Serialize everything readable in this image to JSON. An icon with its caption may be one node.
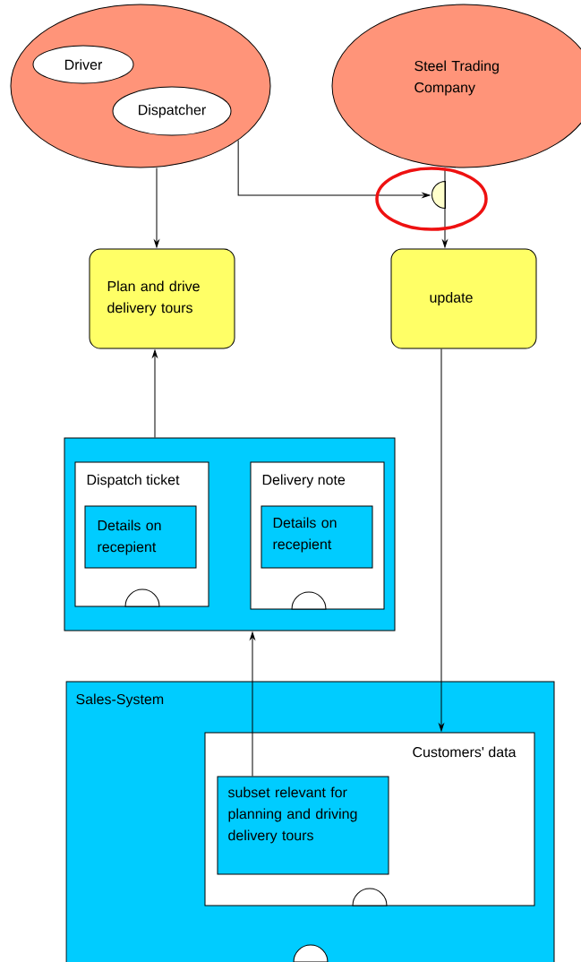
{
  "diagram": {
    "nodes": [
      {
        "text": [],
        "shape": "ellipse"
      },
      {
        "text": [
          "Driver"
        ],
        "in": 0
      },
      {
        "text": [
          "Dispatcher"
        ],
        "in": 0
      },
      {
        "text": [
          "Steel Trading Company"
        ]
      },
      {
        "text": [],
        "shape": "semicircle"
      },
      {
        "text": [
          "Plan and drive delivery tours"
        ]
      },
      {
        "text": [
          "update"
        ]
      },
      {
        "text": [],
        "shape": "box"
      },
      {
        "text": [
          "Dispatch ticket"
        ],
        "in": 7
      },
      {
        "text": [
          "Details on recepient"
        ],
        "in": 8
      },
      {
        "text": [
          "Delivery note"
        ],
        "in": 7
      },
      {
        "text": [
          "Details on recepient"
        ],
        "in": 10
      },
      {
        "text": [
          "Sales-System"
        ]
      },
      {
        "text": [
          "Customers' data"
        ],
        "in": 12
      },
      {
        "text": [
          "subset relevant for planning and driving delivery tours"
        ],
        "in": 13
      }
    ],
    "edges": [
      {
        "from": 0,
        "to": 5,
        "arrow": "to"
      },
      {
        "from": 0,
        "to": 4,
        "arrow": "to"
      },
      {
        "from": 3,
        "to": 6,
        "arrow": "to"
      },
      {
        "from": 7,
        "to": 5,
        "arrow": "to"
      },
      {
        "from": 6,
        "to": 13,
        "arrow": "to"
      },
      {
        "from": 14,
        "to": 7,
        "arrow": "to"
      }
    ]
  }
}
